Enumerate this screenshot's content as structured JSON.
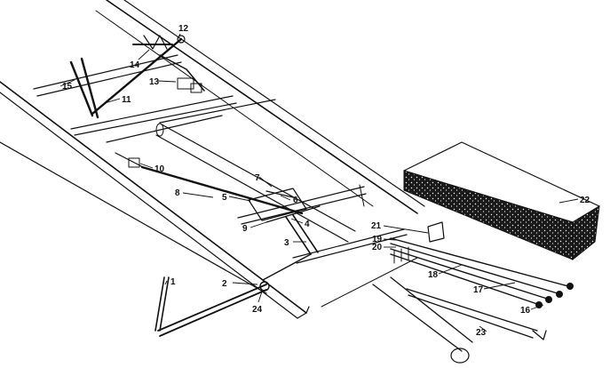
{
  "diagram": {
    "callouts": [
      "1",
      "2",
      "3",
      "4",
      "5",
      "6",
      "7",
      "8",
      "9",
      "10",
      "11",
      "12",
      "13",
      "14",
      "15",
      "16",
      "17",
      "18",
      "19",
      "20",
      "21",
      "22",
      "23",
      "24"
    ],
    "colors": {
      "ink": "#111111",
      "paper": "#ffffff",
      "hatch": "#1a1a1a"
    }
  }
}
